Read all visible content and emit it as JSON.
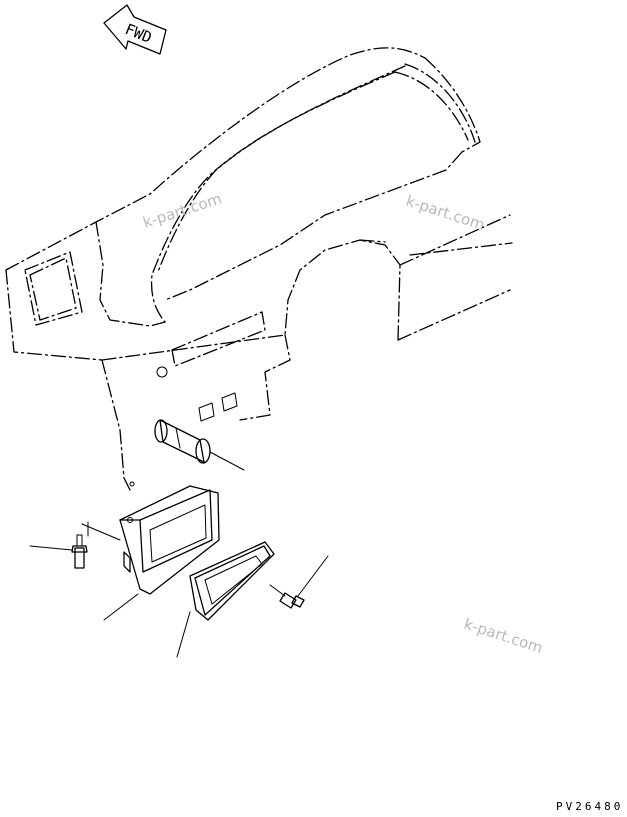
{
  "direction_marker": {
    "label": "FWD"
  },
  "watermarks": [
    "k-part.com",
    "k-part.com",
    "k-part.com"
  ],
  "drawing_code": "PV26480",
  "icons": [
    "fwd-arrow-icon",
    "bolt-icon",
    "screw-icon",
    "cigarette-lighter-icon"
  ],
  "colors": {
    "ink": "#000000",
    "watermark": "#b9b9b9",
    "background": "#ffffff"
  }
}
